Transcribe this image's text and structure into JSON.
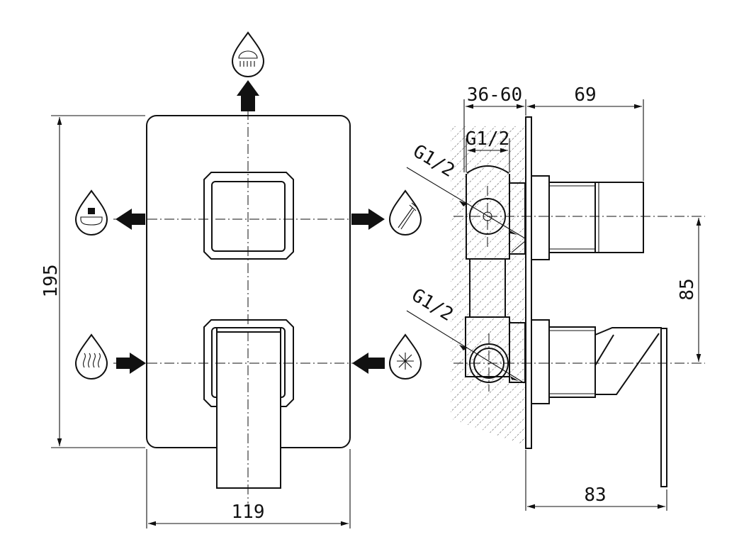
{
  "dimensions": {
    "height": "195",
    "width": "119",
    "wall_depth": "36-60",
    "protrusion": "69",
    "side_depth": "83",
    "spacing": "85"
  },
  "thread_labels": {
    "top_inner": "G1/2",
    "top_outlet": "G1/2",
    "bottom_inlet": "G1/2"
  },
  "icons": {
    "outlet_top": "overhead-shower-icon",
    "outlet_left": "bathtub-icon",
    "outlet_right": "hand-shower-icon",
    "inlet_left": "hot-water-icon",
    "inlet_right": "cold-water-icon"
  },
  "colors": {
    "line": "#111111",
    "background": "#ffffff"
  }
}
